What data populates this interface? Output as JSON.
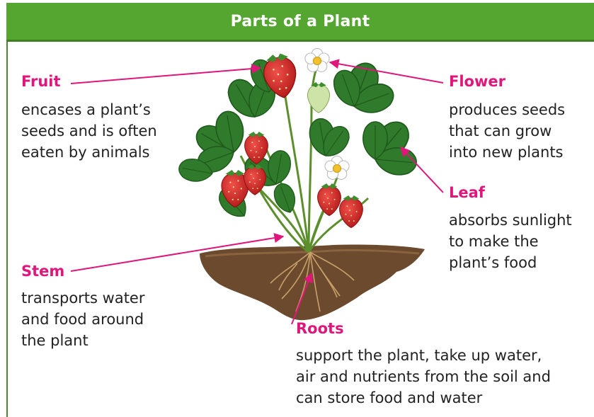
{
  "title": "Parts of a Plant",
  "colors": {
    "header": "#55a531",
    "label": "#e0167a",
    "text": "#222222",
    "soil": "#6b4a2e",
    "leaf": "#2f7a2b",
    "berry": "#d42a2a"
  },
  "parts": {
    "fruit": {
      "name": "Fruit",
      "description": "encases a plant’s\nseeds and is often\neaten by animals"
    },
    "flower": {
      "name": "Flower",
      "description": "produces seeds\nthat can grow\ninto new plants"
    },
    "leaf": {
      "name": "Leaf",
      "description": "absorbs sunlight\nto make the\nplant’s food"
    },
    "stem": {
      "name": "Stem",
      "description": "transports water\nand food around\nthe plant"
    },
    "roots": {
      "name": "Roots",
      "description": "support the plant, take up water,\nair and nutrients from the soil and\ncan store food and water"
    }
  }
}
